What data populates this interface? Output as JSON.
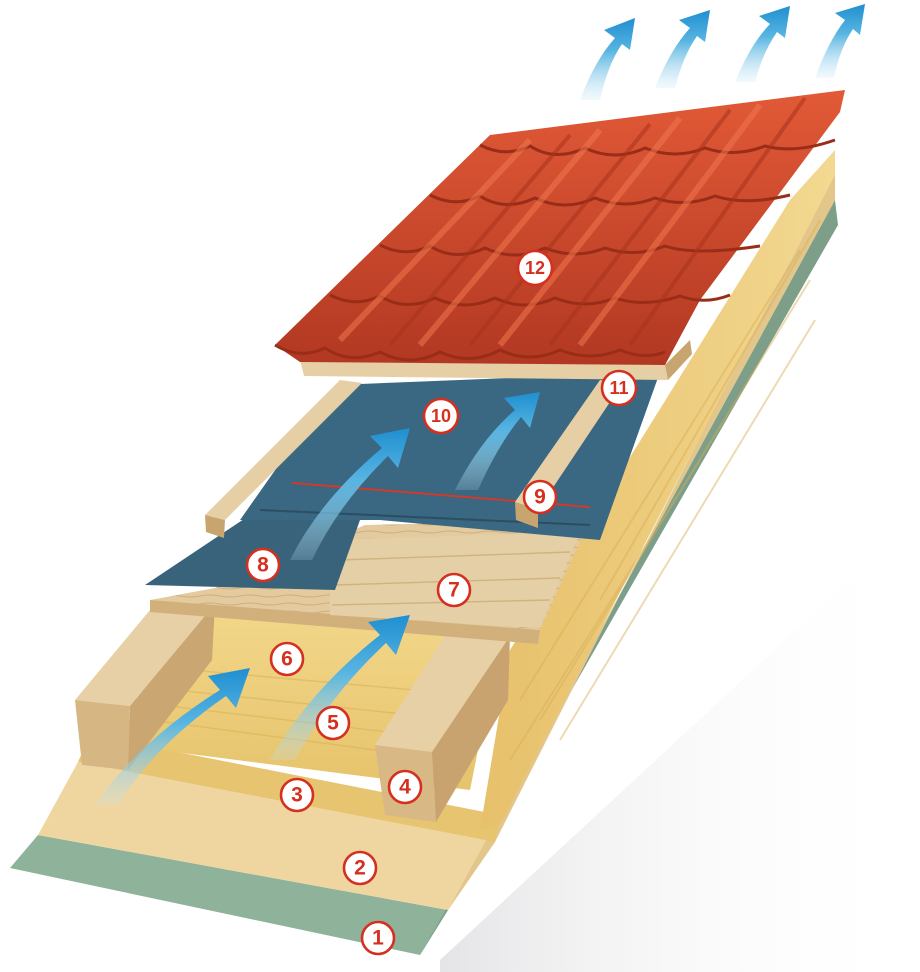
{
  "diagram": {
    "callouts": [
      {
        "id": "c1",
        "label": "1"
      },
      {
        "id": "c2",
        "label": "2"
      },
      {
        "id": "c3",
        "label": "3"
      },
      {
        "id": "c4",
        "label": "4"
      },
      {
        "id": "c5",
        "label": "5"
      },
      {
        "id": "c6",
        "label": "6"
      },
      {
        "id": "c7",
        "label": "7"
      },
      {
        "id": "c8",
        "label": "8"
      },
      {
        "id": "c9",
        "label": "9"
      },
      {
        "id": "c10",
        "label": "10"
      },
      {
        "id": "c11",
        "label": "11"
      },
      {
        "id": "c12",
        "label": "12"
      }
    ],
    "colors": {
      "gypsum_board": "#8fb39a",
      "vapour_barrier": "#efd6a1",
      "mineral_wool": "#e9c978",
      "timber": "#e2c89b",
      "membrane": "#39637a",
      "roof_tile": "#c9442a",
      "air_flow_arrow": "#3aa7d9",
      "callout_ring": "#d5301f"
    }
  }
}
